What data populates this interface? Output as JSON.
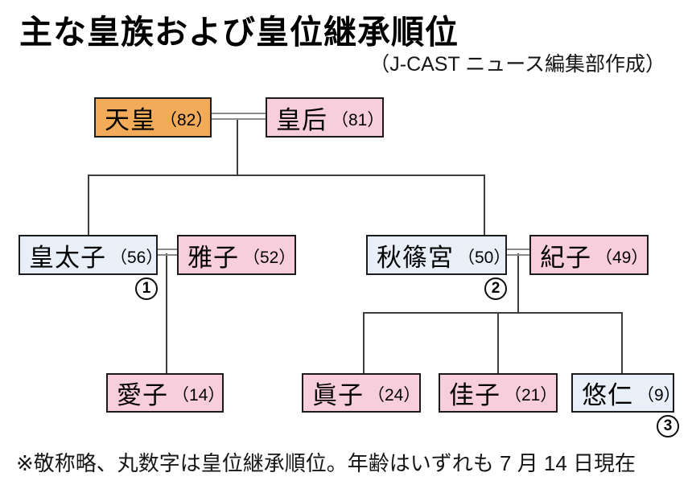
{
  "header": {
    "title": "主な皇族および皇位継承順位",
    "credit": "（J-CAST ニュース編集部作成）"
  },
  "people": {
    "tenno": {
      "name": "天皇",
      "age": "（82）"
    },
    "kogo": {
      "name": "皇后",
      "age": "（81）"
    },
    "kotaishi": {
      "name": "皇太子",
      "age": "（56）",
      "succession_order": "1"
    },
    "masako": {
      "name": "雅子",
      "age": "（52）"
    },
    "akishinomiya": {
      "name": "秋篠宮",
      "age": "（50）",
      "succession_order": "2"
    },
    "kiko": {
      "name": "紀子",
      "age": "（49）"
    },
    "aiko": {
      "name": "愛子",
      "age": "（14）"
    },
    "mako": {
      "name": "眞子",
      "age": "（24）"
    },
    "kako": {
      "name": "佳子",
      "age": "（21）"
    },
    "hisahito": {
      "name": "悠仁",
      "age": "（9）",
      "succession_order": "3"
    }
  },
  "colors": {
    "emperor_box": "#f2ac59",
    "male_box": "#e9eff9",
    "female_box": "#f9cedc",
    "connector_line": "#3d3d3d",
    "marriage_line": "#8a8a8a"
  },
  "footnote": "※敬称略、丸数字は皇位継承順位。年齢はいずれも 7 月 14 日現在"
}
